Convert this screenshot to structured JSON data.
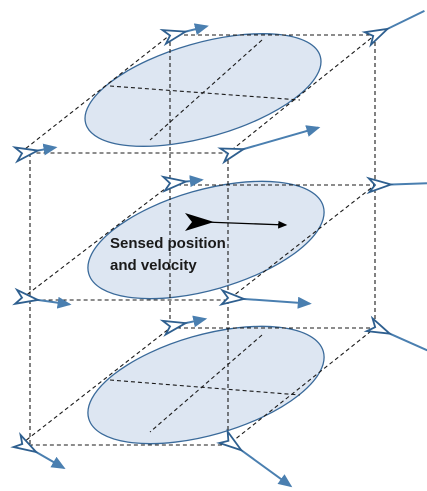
{
  "figure": {
    "label_line1": "Sensed position",
    "label_line2": "and velocity",
    "colors": {
      "ellipse_fill": "#dde6f2",
      "ellipse_stroke": "#3a6a9a",
      "arrow": "#4a7fb0",
      "glyph_stroke": "#2e5f8f",
      "dashed_line": "#1a1a1a"
    },
    "icons": [
      "boid-glyph",
      "velocity-arrow",
      "sensed-heading-arrow"
    ]
  }
}
